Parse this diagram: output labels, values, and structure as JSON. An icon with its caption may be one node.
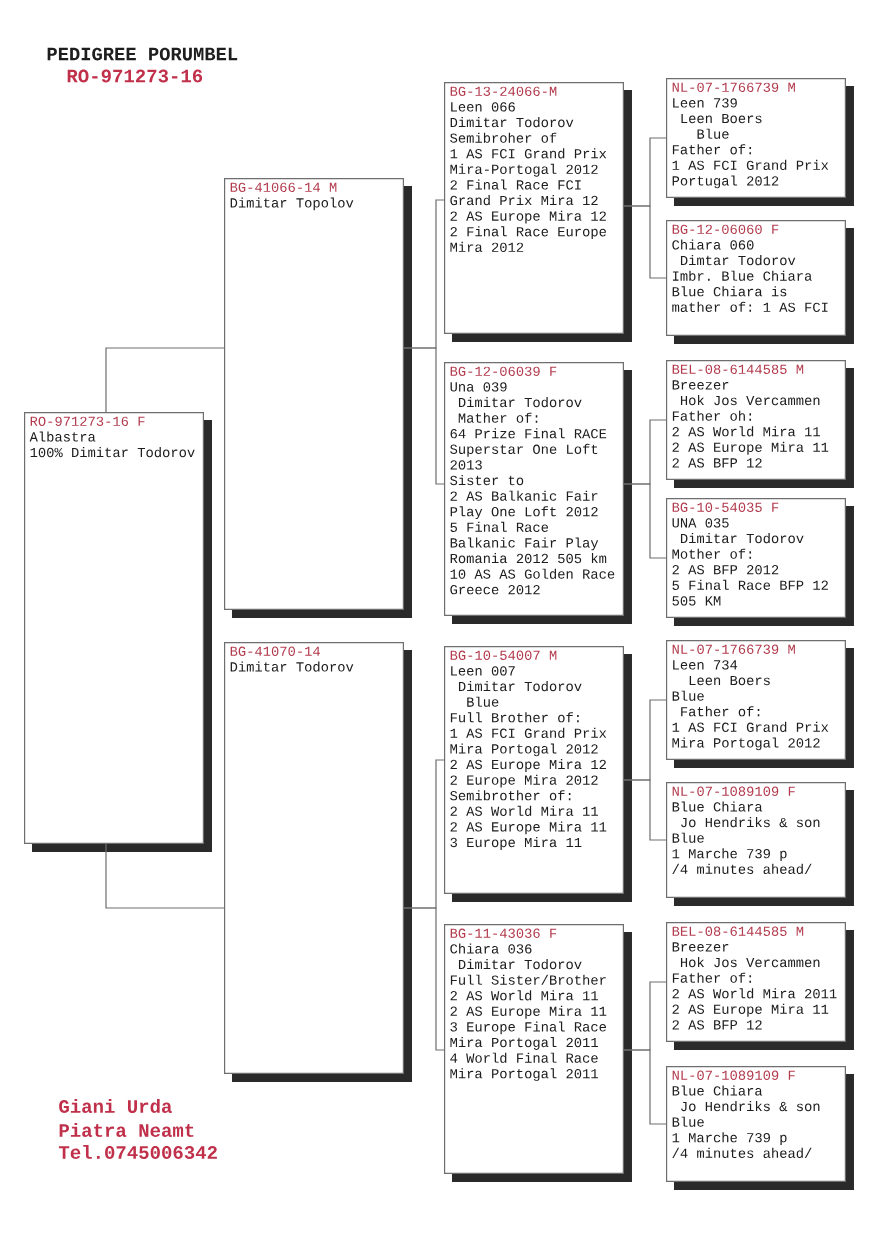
{
  "diagram": {
    "title": "PEDIGREE PORUMBEL",
    "nodes": [
      {
        "text": [
          "RO-971273-16 F",
          "Albastra",
          "100% Dimitar Todorov"
        ]
      },
      {
        "text": [
          "BG-41066-14 M",
          "Dimitar Topolov"
        ]
      },
      {
        "text": [
          "BG-41070-14",
          "Dimitar Todorov"
        ]
      },
      {
        "text": [
          "BG-13-24066-M",
          "Leen 066",
          "Dimitar Todorov",
          "Semibroher of",
          "1 AS FCI Grand Prix Mira-Portogal 2012",
          "2 Final Race FCI Grand Prix Mira 12",
          "2 AS Europe Mira 12",
          "2 Final Race Europe Mira 2012"
        ]
      },
      {
        "text": [
          "BG-12-06039 F",
          "Una 039",
          "Dimitar Todorov",
          "Mather of:",
          "64 Prize Final RACE Superstar One Loft 2013",
          "Sister to",
          "2 AS Balkanic Fair Play One Loft 2012",
          "5 Final Race Balkanic Fair Play Romania 2012 505 km",
          "10 AS AS Golden Race Greece 2012"
        ]
      },
      {
        "text": [
          "BG-10-54007 M",
          "Leen 007",
          "Dimitar Todorov",
          "Blue",
          "Full Brother of:",
          "1 AS FCI Grand Prix Mira Portogal 2012",
          "2 AS Europe Mira 12",
          "2 Europe Mira 2012",
          "Semibrother of:",
          "2 AS World Mira 11",
          "2 AS Europe Mira 11",
          "3 Europe Mira 11"
        ]
      },
      {
        "text": [
          "BG-11-43036 F",
          "Chiara 036",
          "Dimitar Todorov",
          "Full Sister/Brother",
          "2 AS World Mira 11",
          "2 AS Europe Mira 11",
          "3 Europe Final Race Mira Portogal 2011",
          "4 World Final Race Mira Portogal 2011"
        ]
      },
      {
        "text": [
          "NL-07-1766739 M",
          "Leen 739",
          "Leen Boers",
          "Blue",
          "Father of:",
          "1 AS FCI Grand Prix Portugal 2012"
        ]
      },
      {
        "text": [
          "BG-12-06060 F",
          "Chiara 060",
          "Dimtar Todorov",
          "Imbr. Blue Chiara",
          "Blue Chiara is mather of: 1 AS FCI"
        ]
      },
      {
        "text": [
          "BEL-08-6144585 M",
          "Breezer",
          "Hok Jos Vercammen",
          "Father oh:",
          "2 AS World Mira 11",
          "2 AS Europe Mira 11",
          "2 AS BFP 12"
        ]
      },
      {
        "text": [
          "BG-10-54035 F",
          "UNA 035",
          "Dimitar Todorov",
          "Mother of:",
          "2 AS BFP 2012",
          "5 Final Race BFP 12 505 KM"
        ]
      },
      {
        "text": [
          "NL-07-1766739 M",
          "Leen 734",
          "Leen Boers",
          "Blue",
          "Father of:",
          "1 AS FCI Grand Prix Mira Portogal 2012"
        ]
      },
      {
        "text": [
          "NL-07-1089109 F",
          "Blue Chiara",
          "Jo Hendriks & son",
          "Blue",
          "1 Marche 739 p",
          "/4 minutes ahead/"
        ]
      },
      {
        "text": [
          "BEL-08-6144585 M",
          "Breezer",
          "Hok Jos Vercammen",
          "Father of:",
          "2 AS World Mira 2011",
          "2 AS Europe Mira 11",
          "2 AS BFP 12"
        ]
      },
      {
        "text": [
          "NL-07-1089109 F",
          "Blue Chiara",
          "Jo Hendriks & son",
          "Blue",
          "1 Marche 739 p",
          "/4 minutes ahead/"
        ]
      }
    ],
    "edges": [
      {
        "from": 0,
        "to": 1,
        "arrow": "none"
      },
      {
        "from": 0,
        "to": 2,
        "arrow": "none"
      },
      {
        "from": 1,
        "to": 3,
        "arrow": "none"
      },
      {
        "from": 1,
        "to": 4,
        "arrow": "none"
      },
      {
        "from": 2,
        "to": 5,
        "arrow": "none"
      },
      {
        "from": 2,
        "to": 6,
        "arrow": "none"
      },
      {
        "from": 3,
        "to": 7,
        "arrow": "none"
      },
      {
        "from": 3,
        "to": 8,
        "arrow": "none"
      },
      {
        "from": 4,
        "to": 9,
        "arrow": "none"
      },
      {
        "from": 4,
        "to": 10,
        "arrow": "none"
      },
      {
        "from": 5,
        "to": 11,
        "arrow": "none"
      },
      {
        "from": 5,
        "to": 12,
        "arrow": "none"
      },
      {
        "from": 6,
        "to": 13,
        "arrow": "none"
      },
      {
        "from": 6,
        "to": 14,
        "arrow": "none"
      }
    ],
    "labels": [
      "RO-971273-16",
      "Giani Urda",
      "Piatra Neamt",
      "Tel.0745006342"
    ]
  }
}
